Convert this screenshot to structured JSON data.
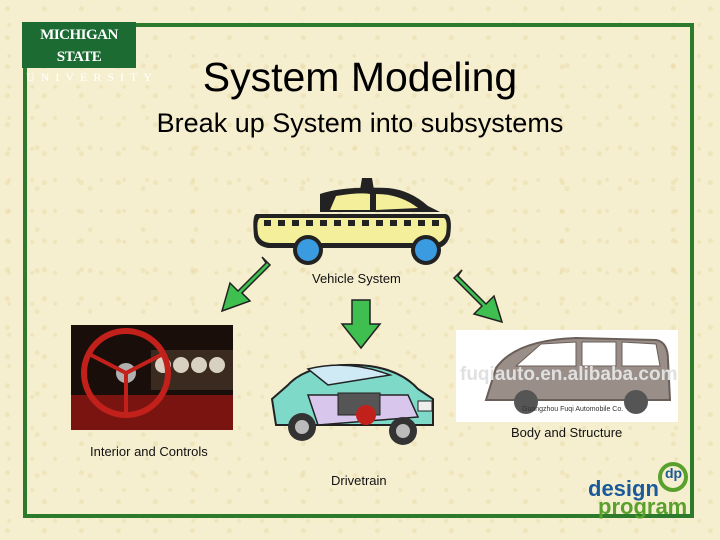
{
  "logo": {
    "msu_line1": "MICHIGAN STATE",
    "msu_line2": "UNIVERSITY",
    "dp_top": "design",
    "dp_bottom": "program",
    "dp_mark": "dp"
  },
  "slide": {
    "title": "System Modeling",
    "subtitle": "Break up System into subsystems"
  },
  "diagram": {
    "vehicle_label": "Vehicle System",
    "interior_label": "Interior and Controls",
    "drivetrain_label": "Drivetrain",
    "body_label": "Body and Structure",
    "watermark_text": "fuqiauto.en.alibaba.com",
    "caption_text": "Guangzhou Fuqi Automobile Co."
  },
  "colors": {
    "frame": "#2c7a2c",
    "arrow": "#3fbf4f",
    "taxi_yellow": "#f4ef9a",
    "wheel_blue": "#3a9be0"
  }
}
